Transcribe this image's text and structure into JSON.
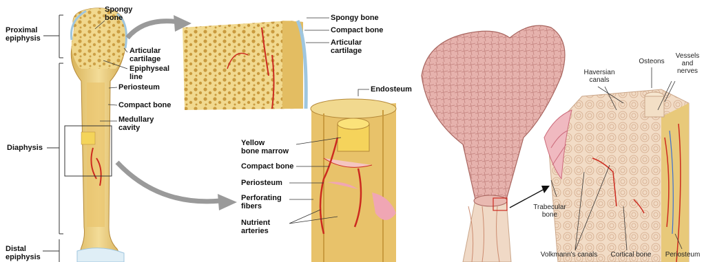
{
  "left_panel": {
    "regions": {
      "proximal_epiphysis": "Proximal\nepiphysis",
      "diaphysis": "Diaphysis",
      "distal_epiphysis": "Distal\nepiphysis"
    },
    "bone_labels": {
      "spongy_bone": "Spongy\nbone",
      "articular_cartilage": "Articular\ncartilage",
      "epiphyseal_line": "Epiphyseal\nline",
      "periosteum": "Periosteum",
      "compact_bone": "Compact bone",
      "medullary_cavity": "Medullary\ncavity"
    },
    "inset_top_labels": {
      "spongy_bone": "Spongy bone",
      "compact_bone": "Compact bone",
      "articular_cartilage": "Articular\ncartilage"
    },
    "inset_bottom_labels": {
      "endosteum": "Endosteum",
      "yellow_marrow": "Yellow\nbone marrow",
      "compact_bone": "Compact bone",
      "periosteum": "Periosteum",
      "perforating_fibers": "Perforating\nfibers",
      "nutrient_arteries": "Nutrient\narteries"
    }
  },
  "right_panel": {
    "labels": {
      "haversian_canals": "Haversian\ncanals",
      "osteons": "Osteons",
      "vessels_nerves": "Vessels\nand\nnerves",
      "trabecular_bone": "Trabecular\nbone",
      "volkmanns_canals": "Volkmann's canals",
      "cortical_bone": "Cortical bone",
      "periosteum": "Periosteum"
    }
  }
}
